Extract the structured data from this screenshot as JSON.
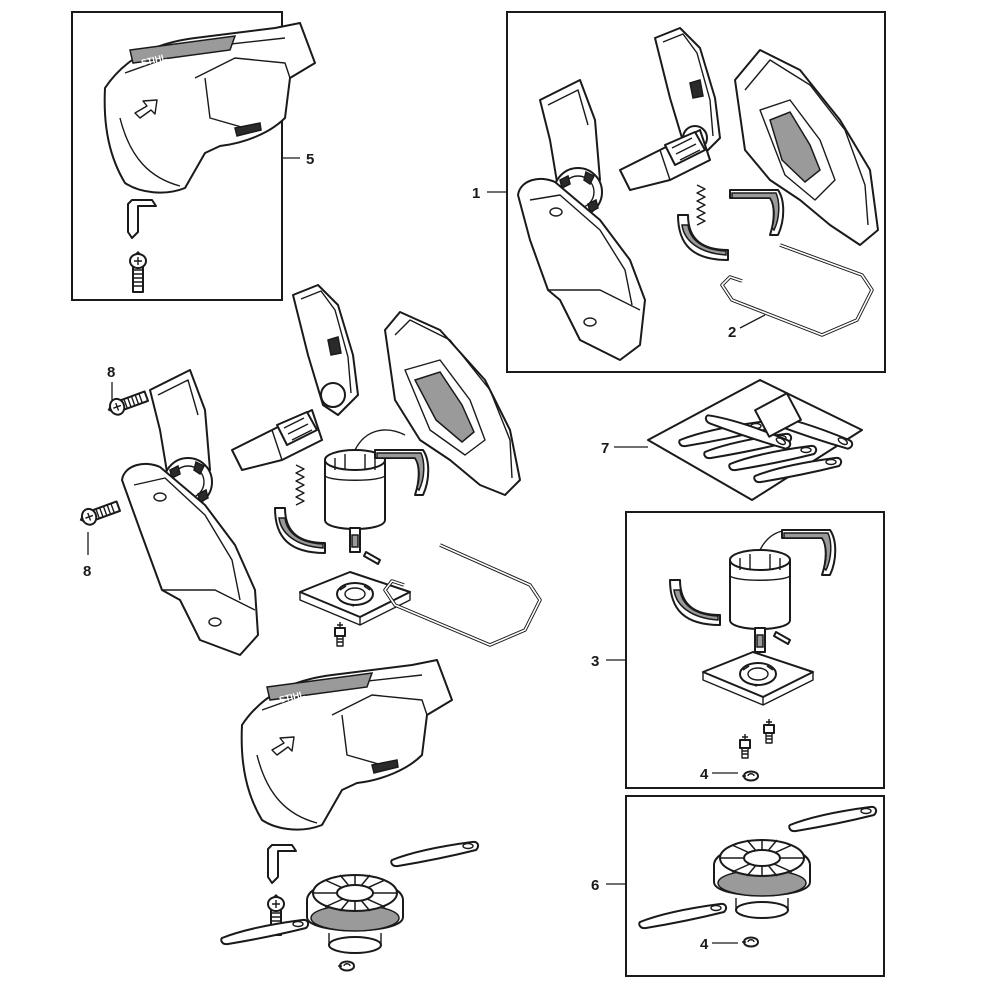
{
  "callouts": {
    "housing_kit": "1",
    "wire_bracket": "2",
    "motor_kit": "3",
    "retaining_clip_motor_kit": "4",
    "retaining_clip_spool_kit": "4",
    "guard_kit": "5",
    "spool_kit": "6",
    "blade_pack": "7",
    "screw_upper": "8",
    "screw_lower": "8"
  },
  "brand_marks": {
    "guard_logo": "STIHL"
  }
}
